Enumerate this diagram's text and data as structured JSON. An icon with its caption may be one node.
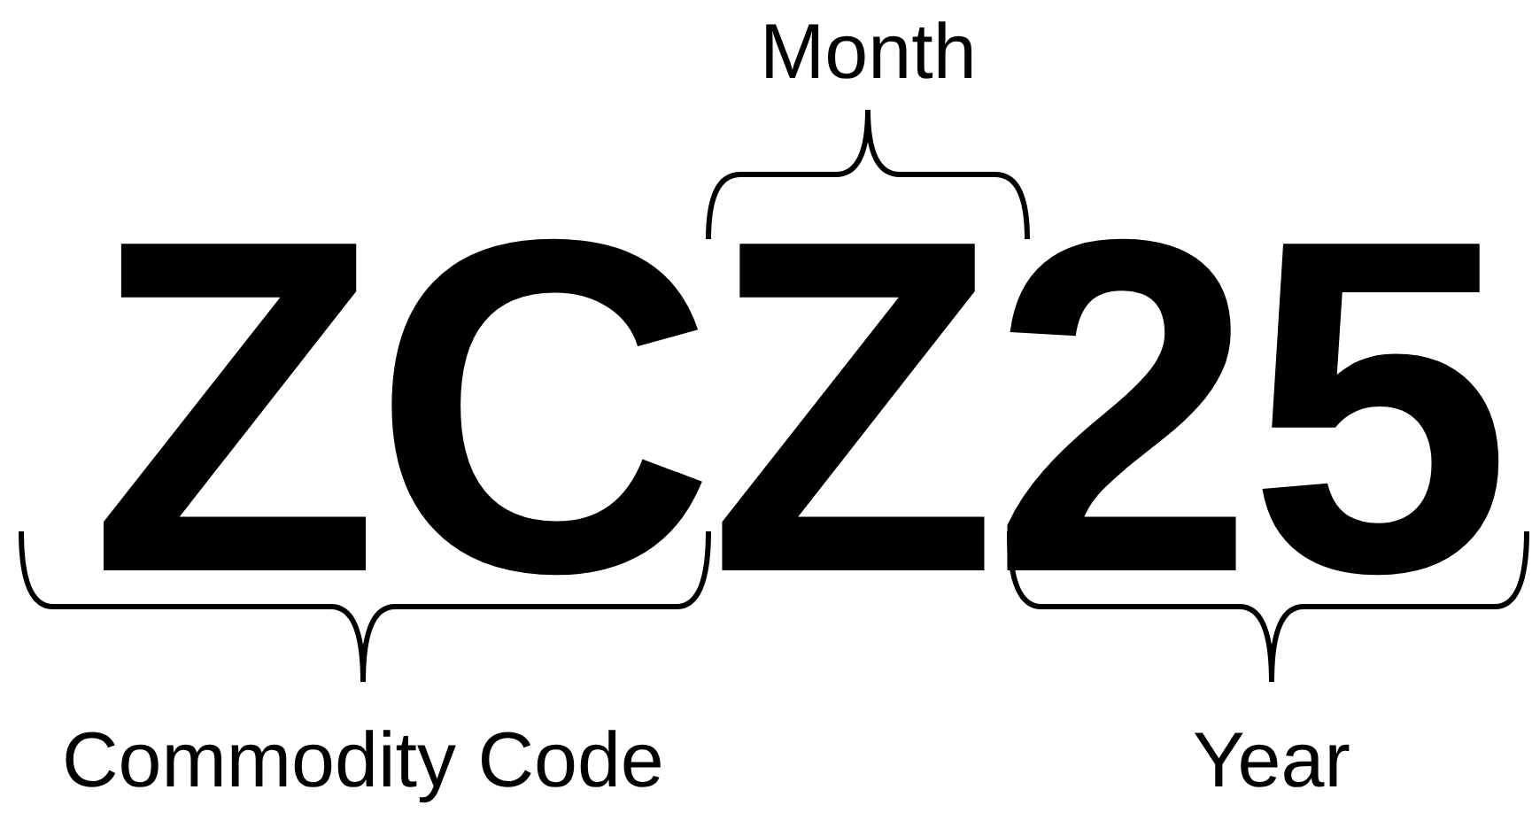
{
  "diagram": {
    "labels": [
      "Month",
      "ZCZ25",
      "Commodity Code",
      "Year"
    ]
  }
}
